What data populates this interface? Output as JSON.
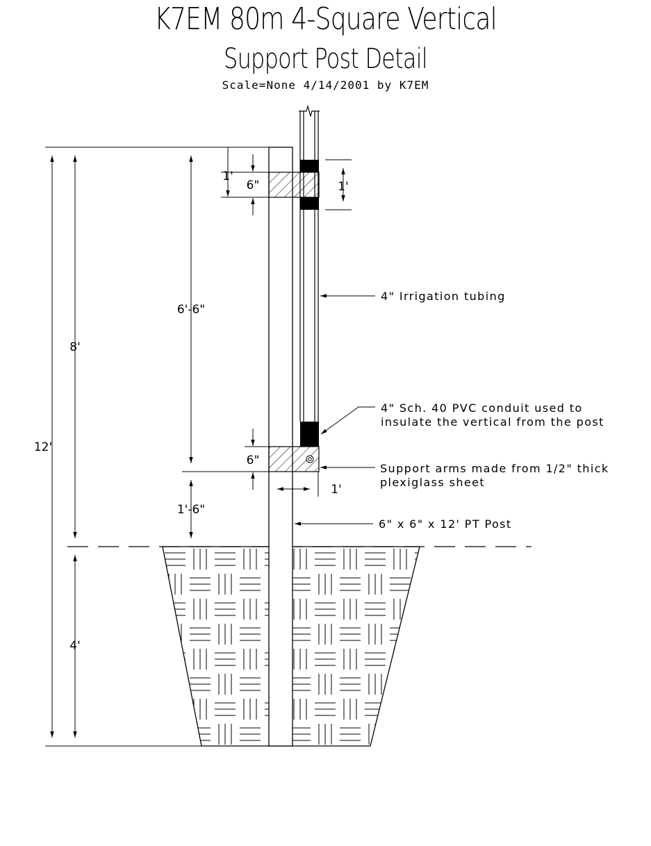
{
  "title": "K7EM 80m 4-Square Vertical",
  "subtitle": "Support Post Detail",
  "info": "Scale=None   4/14/2001  by  K7EM",
  "dimensions": {
    "overall_height": "12'",
    "above_ground": "8'",
    "below_ground": "4'",
    "arm_spacing": "6'-6\"",
    "bottom_arm_to_ground": "1'-6\"",
    "top_offset": "1'",
    "top_arm_thickness": "6\"",
    "bottom_arm_thickness": "6\"",
    "conduit_length": "1'",
    "arm_width": "1'"
  },
  "callouts": {
    "tubing": "4\" Irrigation tubing",
    "conduit_line1": "4\" Sch. 40 PVC conduit used to",
    "conduit_line2": "insulate the vertical from the post",
    "arms_line1": "Support arms made from 1/2\" thick",
    "arms_line2": "plexiglass sheet",
    "post": "6\" x 6\" x 12' PT Post"
  }
}
